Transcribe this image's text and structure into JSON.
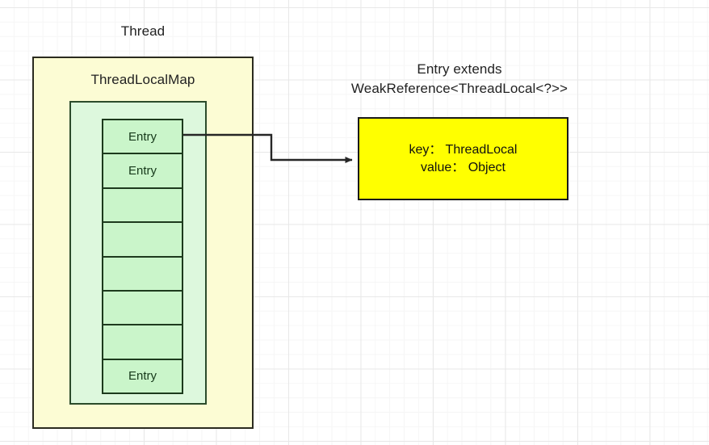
{
  "diagram": {
    "thread_label": "Thread",
    "threadlocalmap_label": "ThreadLocalMap",
    "entry_caption_line1": "Entry extends",
    "entry_caption_line2": "WeakReference<ThreadLocal<?>>",
    "entry_detail": {
      "key_line": "key： ThreadLocal",
      "value_line": "value： Object"
    },
    "entry_slots": [
      {
        "label": "Entry"
      },
      {
        "label": "Entry"
      },
      {
        "label": ""
      },
      {
        "label": ""
      },
      {
        "label": ""
      },
      {
        "label": ""
      },
      {
        "label": ""
      },
      {
        "label": "Entry"
      }
    ],
    "colors": {
      "thread_box_fill": "#fcfcd4",
      "thread_box_border": "#2b2b1f",
      "map_box_fill": "#ddf8dd",
      "map_box_border": "#2b4b2b",
      "entry_cell_fill": "#caf5ca",
      "entry_cell_border": "#1d3a1d",
      "entry_detail_fill": "#ffff00",
      "entry_detail_border": "#1a1a1a",
      "connector_stroke": "#262626",
      "grid_minor": "#f6f6f6",
      "grid_major": "#e8e8e8",
      "text": "#222222",
      "entry_text": "#16391a"
    }
  }
}
